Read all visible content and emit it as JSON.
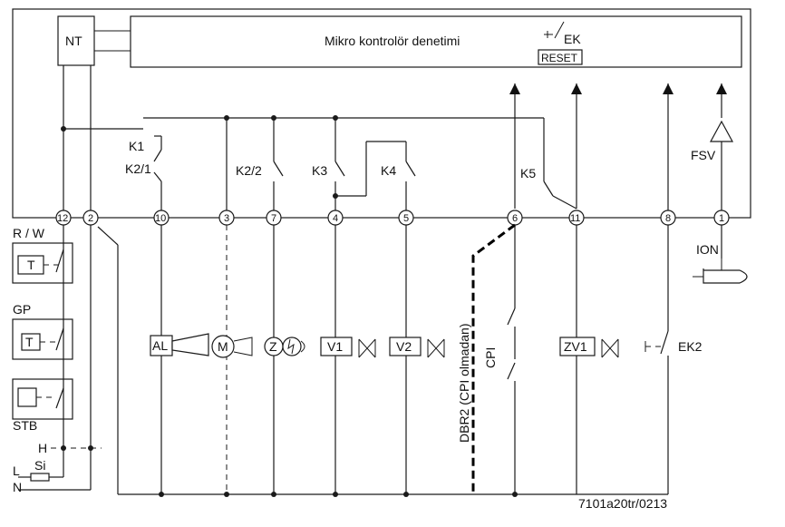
{
  "controller": {
    "label": "Mikro kontrolör denetimi",
    "nt": "NT",
    "ek": "EK",
    "reset": "RESET"
  },
  "relays": {
    "k1": "K1",
    "k2_1": "K2/1",
    "k2_2": "K2/2",
    "k3": "K3",
    "k4": "K4",
    "k5": "K5",
    "fsv": "FSV"
  },
  "terminals": [
    "12",
    "2",
    "10",
    "3",
    "7",
    "4",
    "5",
    "6",
    "11",
    "8",
    "1"
  ],
  "left": {
    "rw": "R / W",
    "t1": "T",
    "gp": "GP",
    "t2": "T",
    "stb": "STB",
    "h": "H",
    "si": "Si",
    "l": "L",
    "n": "N"
  },
  "loads": {
    "al": "AL",
    "m": "M",
    "z": "Z",
    "v1": "V1",
    "v2": "V2",
    "zv1": "ZV1",
    "ek2": "EK2",
    "ion": "ION",
    "cpi": "CPI",
    "dbr2": "DBR2 (CPI olmadan)"
  },
  "footer": {
    "code": "7101a20tr/0213"
  }
}
